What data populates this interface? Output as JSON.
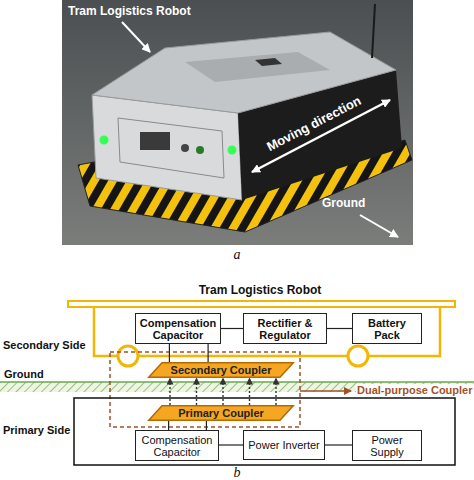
{
  "diagram": {
    "nodes": [
      {
        "text": [
          "Tram Logistics Robot"
        ]
      },
      {
        "text": [
          "Compensation Capacitor"
        ],
        "in": 0
      },
      {
        "text": [
          "Rectifier & Regulator"
        ],
        "in": 0
      },
      {
        "text": [
          "Battery Pack"
        ],
        "in": 0
      },
      {
        "text": [
          "Secondary Coupler"
        ]
      },
      {
        "text": [
          "Primary Coupler"
        ]
      },
      {
        "text": [
          "Compensation Capacitor"
        ]
      },
      {
        "text": [
          "Power Inverter"
        ]
      },
      {
        "text": [
          "Power Supply"
        ]
      }
    ],
    "edges": [
      {
        "from": 1,
        "to": 2,
        "arrow": "none"
      },
      {
        "from": 2,
        "to": 3,
        "arrow": "none"
      },
      {
        "from": 1,
        "to": 4,
        "arrow": "none"
      },
      {
        "from": 5,
        "to": 4,
        "arrow": "to"
      },
      {
        "from": 5,
        "to": 6,
        "arrow": "none"
      },
      {
        "from": 6,
        "to": 7,
        "arrow": "none"
      },
      {
        "from": 7,
        "to": 8,
        "arrow": "none"
      }
    ],
    "labels": [
      "Tram Logistics Robot",
      "Moving direction",
      "Ground",
      "a",
      "Secondary Side",
      "Ground",
      "Dual-purpose Coupler",
      "Primary Side",
      "b"
    ]
  }
}
